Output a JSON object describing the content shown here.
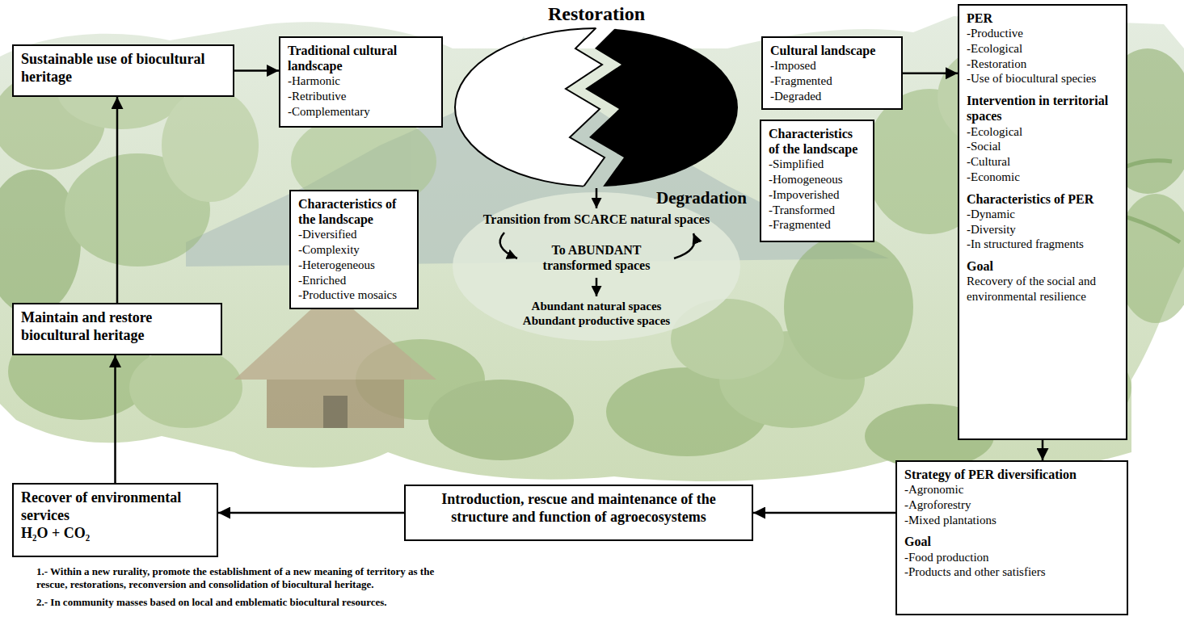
{
  "diagram": {
    "nodes": [
      {
        "text": [
          "Sustainable use of biocultural heritage"
        ]
      },
      {
        "text": [
          "Traditional cultural landscape",
          "-Harmonic",
          "-Retributive",
          "-Complementary"
        ]
      },
      {
        "text": [
          "Cultural landscape",
          "-Imposed",
          "-Fragmented",
          "-Degraded"
        ]
      },
      {
        "text": [
          "PER",
          "-Productive",
          "-Ecological",
          "-Restoration",
          "-Use of biocultural species",
          "Intervention in territorial spaces",
          "-Ecological",
          "-Social",
          "-Cultural",
          "-Economic",
          "Characteristics of PER",
          "-Dynamic",
          "-Diversity",
          "-In structured fragments",
          "Goal",
          "Recovery of the social and environmental resilience"
        ]
      },
      {
        "text": [
          "Characteristics of the landscape",
          "-Diversified",
          "-Complexity",
          "-Heterogeneous",
          "-Enriched",
          "-Productive mosaics"
        ]
      },
      {
        "text": [
          "Characteristics of the landscape",
          "-Simplified",
          "-Homogeneous",
          "-Impoverished",
          "-Transformed",
          "-Fragmented"
        ]
      },
      {
        "text": [
          "Maintain and restore biocultural heritage"
        ]
      },
      {
        "text": [
          "Recover of environmental services",
          "H₂O + CO₂"
        ]
      },
      {
        "text": [
          "Introduction, rescue and maintenance of the structure and function of agroecosystems"
        ]
      },
      {
        "text": [
          "Strategy of PER diversification",
          "-Agronomic",
          "-Agroforestry",
          "-Mixed plantations",
          "Goal",
          "-Food production",
          "-Products and other satisfiers"
        ]
      }
    ],
    "edges": [
      {
        "from": 0,
        "to": 1,
        "arrow": "to"
      },
      {
        "from": 2,
        "to": 3,
        "arrow": "to"
      },
      {
        "from": 3,
        "to": 9,
        "arrow": "to"
      },
      {
        "from": 9,
        "to": 8,
        "arrow": "to"
      },
      {
        "from": 8,
        "to": 7,
        "arrow": "to"
      },
      {
        "from": 7,
        "to": 6,
        "arrow": "to"
      },
      {
        "from": 6,
        "to": 0,
        "arrow": "to"
      }
    ],
    "labels": [
      "Restoration",
      "Degradation",
      "Transition from SCARCE natural spaces",
      "To ABUNDANT transformed spaces",
      "Abundant natural spaces Abundant productive spaces",
      "1.- Within a new rurality, promote the establishment of a new meaning of territory as the rescue, restorations, reconversion and consolidation of biocultural heritage.",
      "2.- In community masses based on local and emblematic biocultural resources."
    ]
  }
}
